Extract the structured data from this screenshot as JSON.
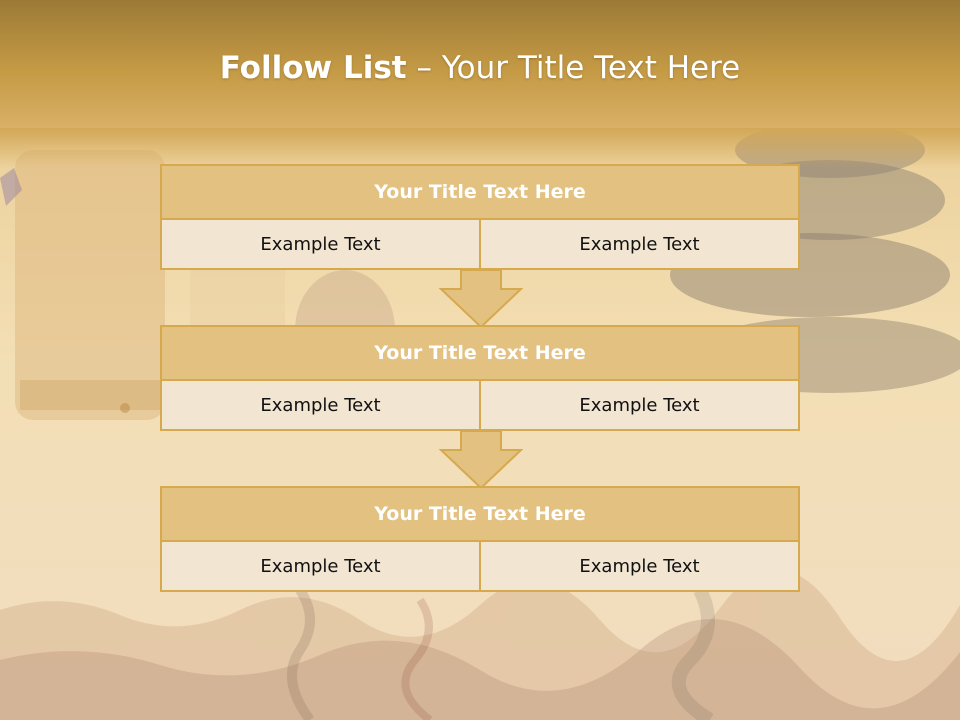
{
  "slide": {
    "title_bold": "Follow List",
    "title_rest": " – Your Title Text Here"
  },
  "blocks": [
    {
      "title": "Your Title Text Here",
      "left": "Example Text",
      "right": "Example Text"
    },
    {
      "title": "Your Title Text Here",
      "left": "Example Text",
      "right": "Example Text"
    },
    {
      "title": "Your Title Text Here",
      "left": "Example Text",
      "right": "Example Text"
    }
  ],
  "colors": {
    "header_band": "#a8813b",
    "block_title_fill": "#e2c181",
    "block_border": "#d7a94e",
    "cell_fill": "#f2e5d2",
    "arrow_fill": "#e2c181"
  }
}
